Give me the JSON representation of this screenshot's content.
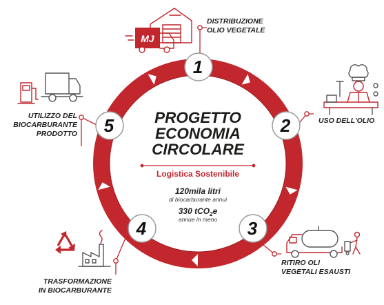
{
  "colors": {
    "accent": "#c1272d",
    "text": "#1d1d1b",
    "icon_gray": "#555555"
  },
  "center": {
    "title_lines": [
      "PROGETTO",
      "ECONOMIA",
      "CIRCOLARE"
    ],
    "subtitle": "Logistica Sostenibile",
    "stat1_main": "120mila litri",
    "stat1_sub": "di biocarburante annui",
    "stat2_main_prefix": "330 tCO",
    "stat2_main_subscript": "2",
    "stat2_main_suffix": "e",
    "stat2_sub": "annue in meno"
  },
  "steps": [
    {
      "number": "1",
      "label_lines": [
        "DISTRIBUZIONE",
        "OLIO VEGETALE"
      ],
      "icon": "warehouse-truck-icon",
      "icon_text": "MJ"
    },
    {
      "number": "2",
      "label_lines": [
        "USO DELL'OLIO"
      ],
      "icon": "chef-kitchen-icon"
    },
    {
      "number": "3",
      "label_lines": [
        "RITIRO OLI",
        "VEGETALI ESAUSTI"
      ],
      "icon": "tanker-truck-icon"
    },
    {
      "number": "4",
      "label_lines": [
        "TRASFORMAZIONE",
        "IN BIOCARBURANTE"
      ],
      "icon": "recycle-factory-icon"
    },
    {
      "number": "5",
      "label_lines": [
        "UTILIZZO DEL",
        "BIOCARBURANTE",
        "PRODOTTO"
      ],
      "icon": "fuel-pump-truck-icon"
    }
  ]
}
